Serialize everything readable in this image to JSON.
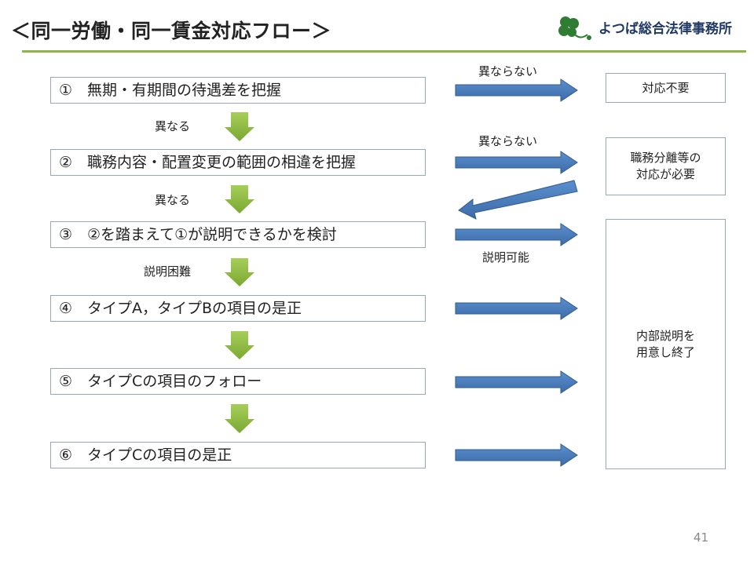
{
  "title": "＜同一労働・同一賃金対応フロー＞",
  "brand": {
    "name": "よつば総合法律事務所",
    "logo_icon": "clover-logo-icon",
    "color": "#1f3864",
    "accent": "#2e7d32"
  },
  "steps": [
    {
      "num": "①",
      "text": "無期・有期間の待遇差を把握"
    },
    {
      "num": "②",
      "text": "職務内容・配置変更の範囲の相違を把握"
    },
    {
      "num": "③",
      "text": "②を踏まえて①が説明できるかを検討"
    },
    {
      "num": "④",
      "text": "タイプA，タイプBの項目の是正"
    },
    {
      "num": "⑤",
      "text": "タイプCの項目のフォロー"
    },
    {
      "num": "⑥",
      "text": "タイプCの項目の是正"
    }
  ],
  "down_labels": [
    "異なる",
    "異なる",
    "説明困難"
  ],
  "right_labels": [
    "異ならない",
    "異ならない",
    "説明可能"
  ],
  "outcomes": {
    "no_action": "対応不要",
    "separate": [
      "職務分離等の",
      "対応が必要"
    ],
    "explain": [
      "内部説明を",
      "用意し終了"
    ]
  },
  "colors": {
    "green_arrow": "#8cba3c",
    "blue_arrow": "#4a7ebb",
    "rule": "#8fb548"
  },
  "page_number": "41"
}
